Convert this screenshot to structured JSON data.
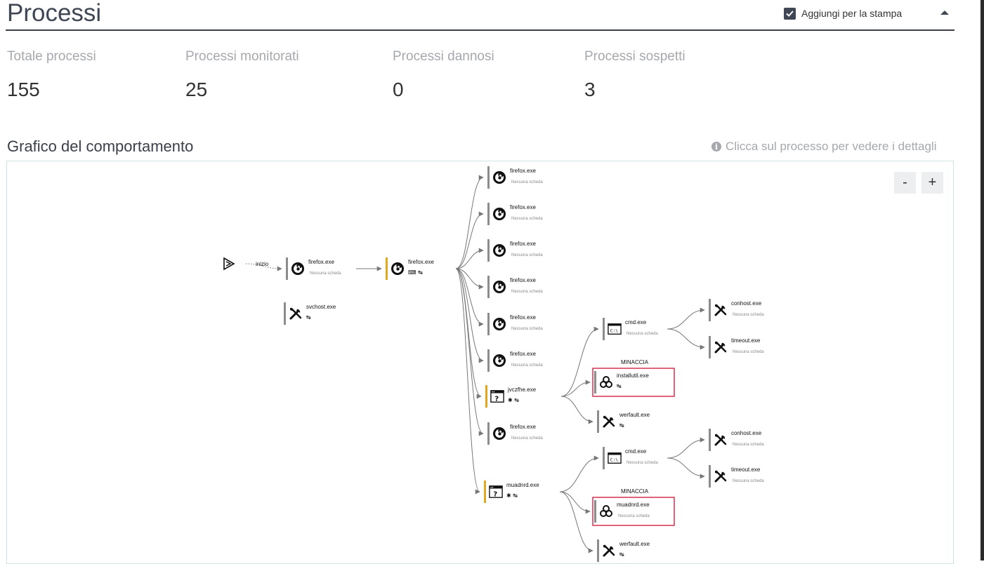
{
  "header": {
    "title": "Processi",
    "print_checkbox_label": "Aggiungi per la stampa",
    "print_checked": true
  },
  "stats": [
    {
      "label": "Totale processi",
      "value": "155"
    },
    {
      "label": "Processi monitorati",
      "value": "25"
    },
    {
      "label": "Processi dannosi",
      "value": "0"
    },
    {
      "label": "Processi sospetti",
      "value": "3"
    }
  ],
  "graph": {
    "title": "Grafico del comportamento",
    "hint": "Clicca sul processo per vedere i dettagli",
    "zoom_out_label": "-",
    "zoom_in_label": "+",
    "start_label": "inizio",
    "threat_label": "MINACCIA",
    "no_card_label": "Nessuna scheda",
    "colors": {
      "bar_normal": "#8c8c8c",
      "bar_suspicious": "#e0a820",
      "threat_border": "#d9304f",
      "edge": "#777777"
    },
    "nodes": [
      {
        "id": "n_firefox_root",
        "name": "firefox.exe",
        "icon": "firefox-icon",
        "bar": "normal",
        "sub": "Nessuna scheda",
        "badges": ""
      },
      {
        "id": "n_svchost",
        "name": "svchost.exe",
        "icon": "tools-icon",
        "bar": "normal",
        "sub": "",
        "badges": "↹"
      },
      {
        "id": "n_firefox_parent",
        "name": "firefox.exe",
        "icon": "firefox-icon",
        "bar": "suspicious",
        "sub": "",
        "badges": "⌨ ↹"
      },
      {
        "id": "n_ff1",
        "name": "firefox.exe",
        "icon": "firefox-icon",
        "bar": "normal",
        "sub": "Nessuna scheda",
        "badges": ""
      },
      {
        "id": "n_ff2",
        "name": "firefox.exe",
        "icon": "firefox-icon",
        "bar": "normal",
        "sub": "Nessuna scheda",
        "badges": ""
      },
      {
        "id": "n_ff3",
        "name": "firefox.exe",
        "icon": "firefox-icon",
        "bar": "normal",
        "sub": "Nessuna scheda",
        "badges": ""
      },
      {
        "id": "n_ff4",
        "name": "firefox.exe",
        "icon": "firefox-icon",
        "bar": "normal",
        "sub": "Nessuna scheda",
        "badges": ""
      },
      {
        "id": "n_ff5",
        "name": "firefox.exe",
        "icon": "firefox-icon",
        "bar": "normal",
        "sub": "Nessuna scheda",
        "badges": ""
      },
      {
        "id": "n_ff6",
        "name": "firefox.exe",
        "icon": "firefox-icon",
        "bar": "normal",
        "sub": "Nessuna scheda",
        "badges": ""
      },
      {
        "id": "n_jvczfhe",
        "name": "jvczfhe.exe",
        "icon": "unknown-window-icon",
        "bar": "suspicious",
        "sub": "",
        "badges": "✱ ↹"
      },
      {
        "id": "n_ff7",
        "name": "firefox.exe",
        "icon": "firefox-icon",
        "bar": "normal",
        "sub": "Nessuna scheda",
        "badges": ""
      },
      {
        "id": "n_muadnrd_parent",
        "name": "muadnrd.exe",
        "icon": "unknown-window-icon",
        "bar": "suspicious",
        "sub": "",
        "badges": "✱ ↹"
      },
      {
        "id": "n_cmd1",
        "name": "cmd.exe",
        "icon": "cmd-icon",
        "bar": "normal",
        "sub": "Nessuna scheda",
        "badges": ""
      },
      {
        "id": "n_installutil",
        "name": "installutil.exe",
        "icon": "biohazard-icon",
        "bar": "normal",
        "sub": "",
        "badges": "↹",
        "threat": true
      },
      {
        "id": "n_werfault1",
        "name": "werfault.exe",
        "icon": "tools-icon",
        "bar": "normal",
        "sub": "",
        "badges": "↹"
      },
      {
        "id": "n_conhost1",
        "name": "conhost.exe",
        "icon": "tools-icon",
        "bar": "normal",
        "sub": "Nessuna scheda",
        "badges": ""
      },
      {
        "id": "n_timeout1",
        "name": "timeout.exe",
        "icon": "tools-icon",
        "bar": "normal",
        "sub": "Nessuna scheda",
        "badges": ""
      },
      {
        "id": "n_cmd2",
        "name": "cmd.exe",
        "icon": "cmd-icon",
        "bar": "normal",
        "sub": "Nessuna scheda",
        "badges": ""
      },
      {
        "id": "n_muadnrd_child",
        "name": "muadnrd.exe",
        "icon": "biohazard-icon",
        "bar": "normal",
        "sub": "Nessuna scheda",
        "badges": "",
        "threat": true
      },
      {
        "id": "n_werfault2",
        "name": "werfault.exe",
        "icon": "tools-icon",
        "bar": "normal",
        "sub": "",
        "badges": "↹"
      },
      {
        "id": "n_conhost2",
        "name": "conhost.exe",
        "icon": "tools-icon",
        "bar": "normal",
        "sub": "Nessuna scheda",
        "badges": ""
      },
      {
        "id": "n_timeout2",
        "name": "timeout.exe",
        "icon": "tools-icon",
        "bar": "normal",
        "sub": "Nessuna scheda",
        "badges": ""
      }
    ],
    "edges": [
      [
        "start",
        "n_firefox_root"
      ],
      [
        "n_firefox_root",
        "n_firefox_parent"
      ],
      [
        "n_firefox_parent",
        "n_ff1"
      ],
      [
        "n_firefox_parent",
        "n_ff2"
      ],
      [
        "n_firefox_parent",
        "n_ff3"
      ],
      [
        "n_firefox_parent",
        "n_ff4"
      ],
      [
        "n_firefox_parent",
        "n_ff5"
      ],
      [
        "n_firefox_parent",
        "n_ff6"
      ],
      [
        "n_firefox_parent",
        "n_jvczfhe"
      ],
      [
        "n_firefox_parent",
        "n_ff7"
      ],
      [
        "n_firefox_parent",
        "n_muadnrd_parent"
      ],
      [
        "n_jvczfhe",
        "n_cmd1"
      ],
      [
        "n_jvczfhe",
        "n_installutil"
      ],
      [
        "n_jvczfhe",
        "n_werfault1"
      ],
      [
        "n_cmd1",
        "n_conhost1"
      ],
      [
        "n_cmd1",
        "n_timeout1"
      ],
      [
        "n_muadnrd_parent",
        "n_cmd2"
      ],
      [
        "n_muadnrd_parent",
        "n_muadnrd_child"
      ],
      [
        "n_muadnrd_parent",
        "n_werfault2"
      ],
      [
        "n_cmd2",
        "n_conhost2"
      ],
      [
        "n_cmd2",
        "n_timeout2"
      ]
    ]
  }
}
